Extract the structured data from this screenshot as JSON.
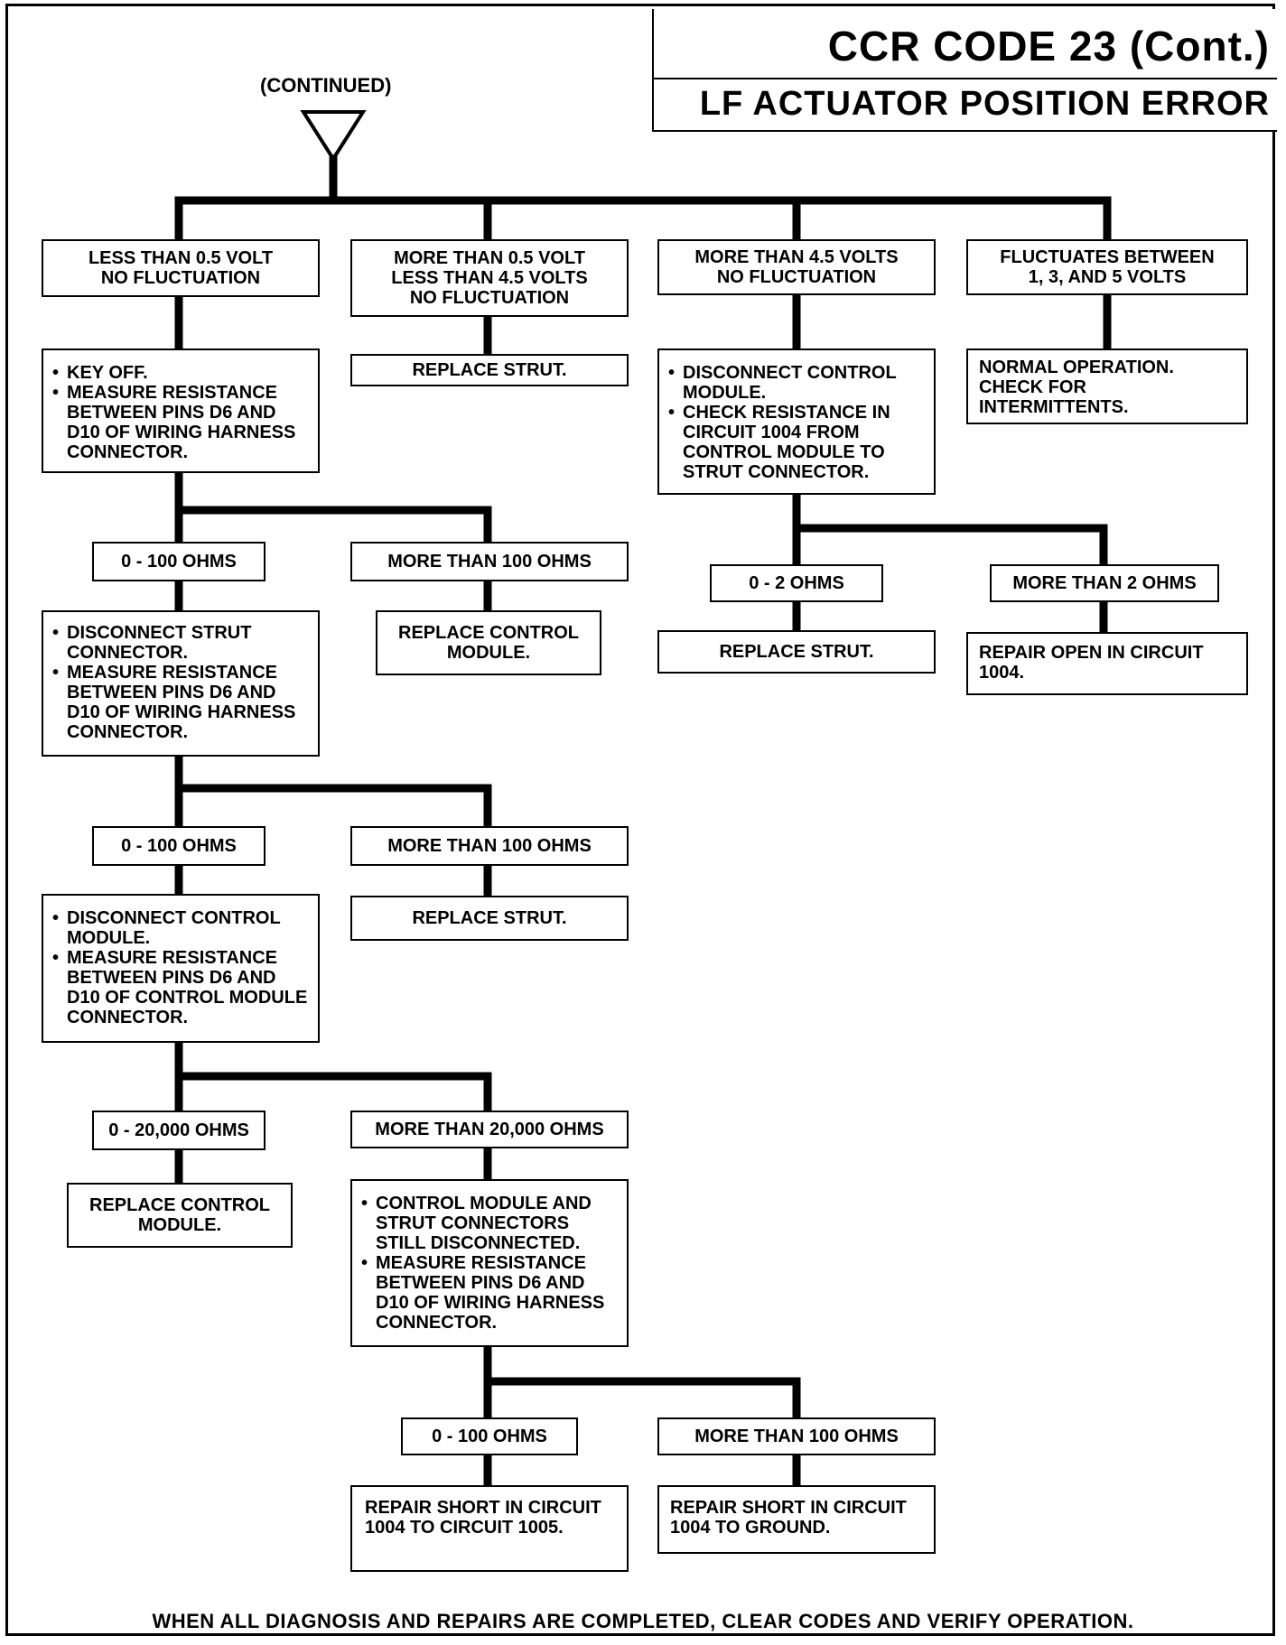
{
  "header": {
    "title": "CCR CODE 23 (Cont.)",
    "subtitle": "LF ACTUATOR POSITION ERROR",
    "continued_label": "(CONTINUED)"
  },
  "top_branches": {
    "a": [
      "LESS THAN 0.5 VOLT",
      "NO FLUCTUATION"
    ],
    "b": [
      "MORE THAN 0.5 VOLT",
      "LESS THAN 4.5 VOLTS",
      "NO FLUCTUATION"
    ],
    "c": [
      "MORE THAN 4.5 VOLTS",
      "NO FLUCTUATION"
    ],
    "d": [
      "FLUCTUATES BETWEEN",
      "1, 3, AND 5 VOLTS"
    ]
  },
  "steps": {
    "step1": [
      "KEY OFF.",
      "MEASURE RESISTANCE BETWEEN PINS D6 AND D10 OF WIRING HARNESS CONNECTOR."
    ],
    "b_action": "REPLACE STRUT.",
    "c_step": [
      "DISCONNECT CONTROL MODULE.",
      "CHECK RESISTANCE IN CIRCUIT 1004 FROM CONTROL MODULE TO STRUT CONNECTOR."
    ],
    "d_action": "NORMAL OPERATION. CHECK FOR INTERMITTENTS.",
    "r1_low": "0 - 100 OHMS",
    "r1_high": "MORE THAN 100 OHMS",
    "r1_high_action": "REPLACE CONTROL MODULE.",
    "c_low": "0 - 2 OHMS",
    "c_high": "MORE THAN 2 OHMS",
    "c_low_action": "REPLACE STRUT.",
    "c_high_action": "REPAIR OPEN IN CIRCUIT 1004.",
    "step2": [
      "DISCONNECT STRUT CONNECTOR.",
      "MEASURE RESISTANCE BETWEEN PINS D6 AND D10 OF WIRING HARNESS CONNECTOR."
    ],
    "r2_low": "0 - 100 OHMS",
    "r2_high": "MORE THAN 100 OHMS",
    "r2_high_action": "REPLACE STRUT.",
    "step3": [
      "DISCONNECT CONTROL MODULE.",
      "MEASURE RESISTANCE BETWEEN PINS D6 AND D10 OF CONTROL MODULE CONNECTOR."
    ],
    "r3_low": "0 - 20,000 OHMS",
    "r3_high": "MORE THAN 20,000 OHMS",
    "r3_low_action": "REPLACE CONTROL MODULE.",
    "step4": [
      "CONTROL MODULE AND STRUT CONNECTORS STILL DISCONNECTED.",
      "MEASURE RESISTANCE BETWEEN PINS D6 AND D10 OF WIRING HARNESS CONNECTOR."
    ],
    "r4_low": "0 - 100 OHMS",
    "r4_high": "MORE THAN 100 OHMS",
    "r4_low_action": "REPAIR SHORT IN CIRCUIT 1004 TO CIRCUIT 1005.",
    "r4_high_action": "REPAIR SHORT IN CIRCUIT 1004 TO GROUND."
  },
  "footer": "WHEN ALL DIAGNOSIS AND REPAIRS ARE COMPLETED, CLEAR CODES AND VERIFY OPERATION."
}
